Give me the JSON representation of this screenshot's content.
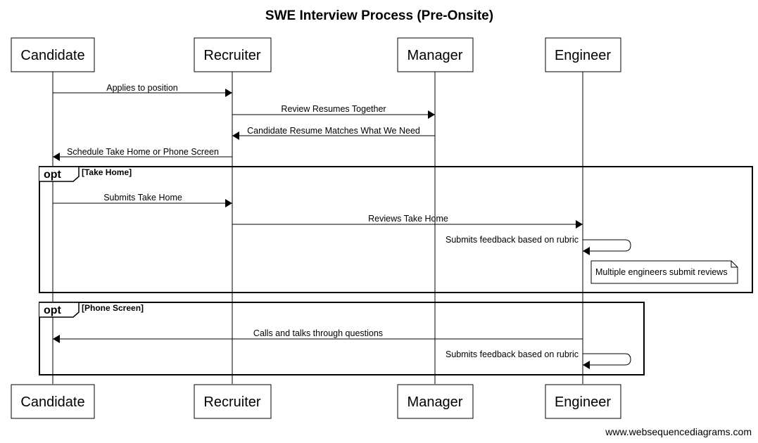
{
  "diagram": {
    "title": "SWE Interview Process (Pre-Onsite)",
    "footer": "www.websequencediagrams.com",
    "participants": [
      "Candidate",
      "Recruiter",
      "Manager",
      "Engineer"
    ],
    "messages": [
      {
        "from": "Candidate",
        "to": "Recruiter",
        "text": "Applies to position"
      },
      {
        "from": "Recruiter",
        "to": "Manager",
        "text": "Review Resumes Together"
      },
      {
        "from": "Manager",
        "to": "Recruiter",
        "text": "Candidate Resume Matches What We Need"
      },
      {
        "from": "Recruiter",
        "to": "Candidate",
        "text": "Schedule Take Home or Phone Screen"
      },
      {
        "from": "Candidate",
        "to": "Recruiter",
        "text": "Submits Take Home"
      },
      {
        "from": "Recruiter",
        "to": "Engineer",
        "text": "Reviews Take Home"
      },
      {
        "from": "Engineer",
        "to": "Engineer",
        "text": "Submits feedback based on rubric"
      },
      {
        "from": "Engineer",
        "to": "Candidate",
        "text": "Calls and talks through questions"
      },
      {
        "from": "Engineer",
        "to": "Engineer",
        "text": "Submits feedback based on rubric"
      }
    ],
    "fragments": [
      {
        "keyword": "opt",
        "guard": "[Take Home]"
      },
      {
        "keyword": "opt",
        "guard": "[Phone Screen]"
      }
    ],
    "note": "Multiple engineers submit reviews"
  }
}
